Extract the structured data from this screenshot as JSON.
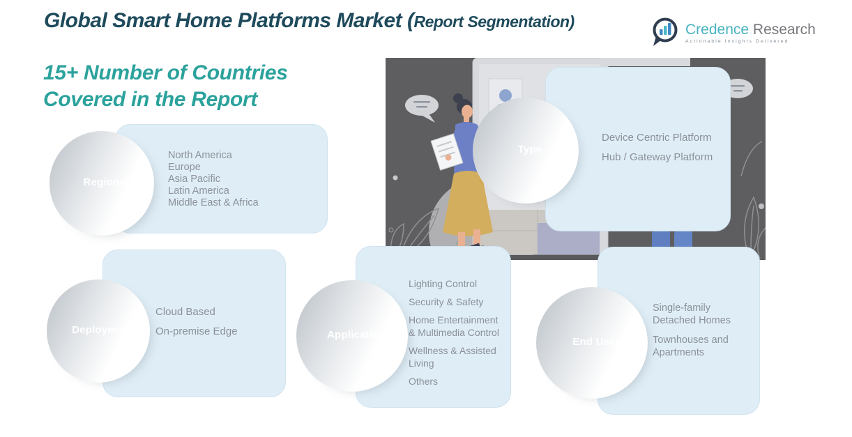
{
  "title": {
    "main": "Global Smart Home Platforms Market (",
    "paren": "Report Segmentation)"
  },
  "logo": {
    "brand_primary": "Credence",
    "brand_secondary": "Research",
    "tagline": "Actionable Insights Delivered",
    "icon": "bar-chart-magnifier-icon"
  },
  "headline": {
    "line1": "15+ Number of Countries",
    "line2": "Covered in the Report"
  },
  "segments": {
    "regional": {
      "label": "Regional",
      "color": "#1b3642",
      "items": [
        "North America",
        "Europe",
        "Asia Pacific",
        "Latin America",
        "Middle East & Africa"
      ]
    },
    "type": {
      "label": "Type",
      "color": "#2a9b91",
      "items": [
        "Device Centric Platform",
        "Hub / Gateway Platform"
      ]
    },
    "deployment": {
      "label": "Deployment",
      "color": "#2f7392",
      "items": [
        "Cloud Based",
        "On-premise Edge"
      ]
    },
    "application": {
      "label": "Application",
      "color": "#66cdc9",
      "items": [
        "Lighting Control",
        "Security & Safety",
        "Home Entertainment & Multimedia Control",
        "Wellness & Assisted Living",
        "Others"
      ]
    },
    "end_user": {
      "label": "End User",
      "color": "#70d2cd",
      "items": [
        "Single-family Detached Homes",
        "Townhouses and Apartments"
      ]
    }
  },
  "colors": {
    "title_text": "#1e4a5c",
    "accent_teal": "#2ba29c",
    "card_background": "#dfedf6",
    "list_text": "#8b9199",
    "illustration_background": "#5e5e60",
    "logo_teal": "#46b3c0",
    "logo_gray": "#77797c"
  }
}
